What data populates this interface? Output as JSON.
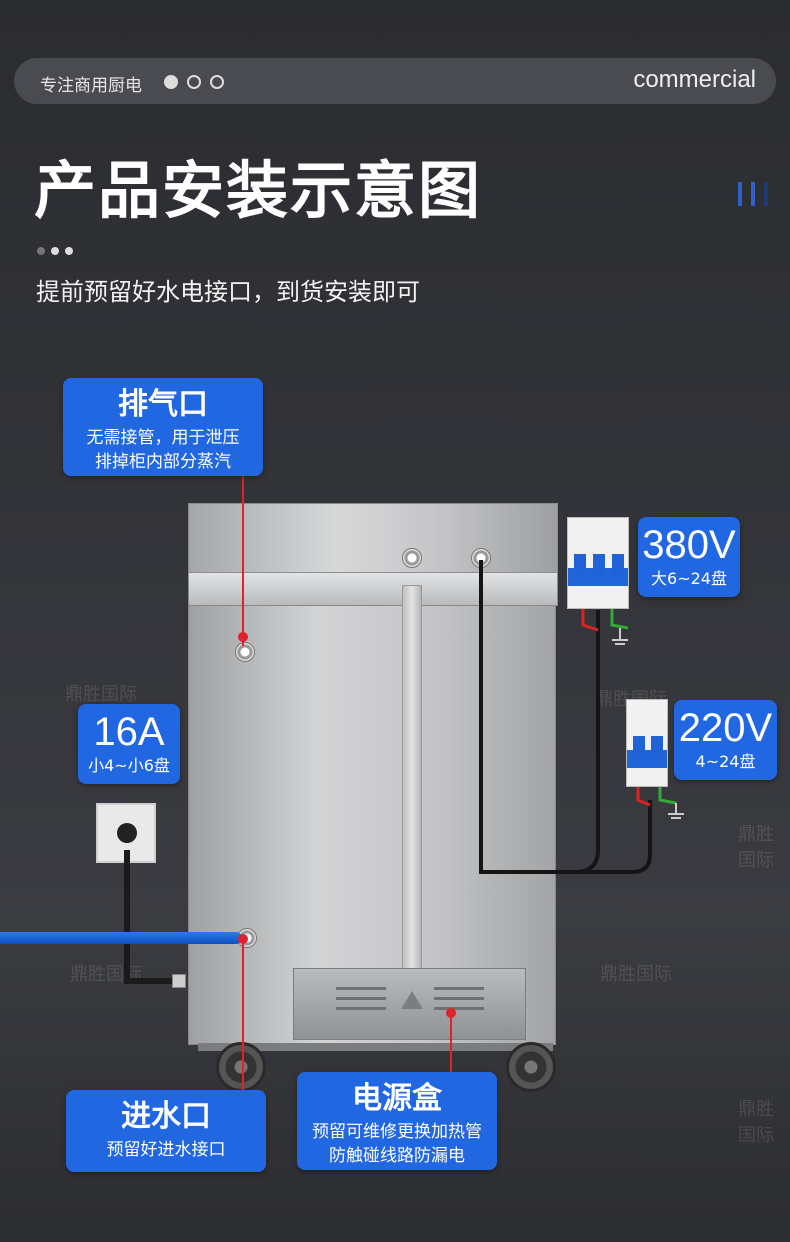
{
  "header": {
    "left_text": "专注商用厨电",
    "right_text": "commercial"
  },
  "title": "产品安装示意图",
  "subtitle": "提前预留好水电接口，到货安装即可",
  "callouts": {
    "exhaust": {
      "title": "排气口",
      "line1": "无需接管，用于泄压",
      "line2": "排掉柜内部分蒸汽"
    },
    "v380": {
      "title": "380V",
      "line1": "大6~24盘"
    },
    "v220": {
      "title": "220V",
      "line1": "4~24盘"
    },
    "a16": {
      "title": "16A",
      "line1": "小4~小6盘"
    },
    "water_inlet": {
      "title": "进水口",
      "line1": "预留好进水接口"
    },
    "power_box": {
      "title": "电源盒",
      "line1": "预留可维修更换加热管",
      "line2": "防触碰线路防漏电"
    }
  },
  "watermark": "鼎胜国际",
  "colors": {
    "accent": "#2267e2",
    "marker": "#e0222a",
    "background": "#2f3034",
    "water_pipe": "#1a62db"
  }
}
